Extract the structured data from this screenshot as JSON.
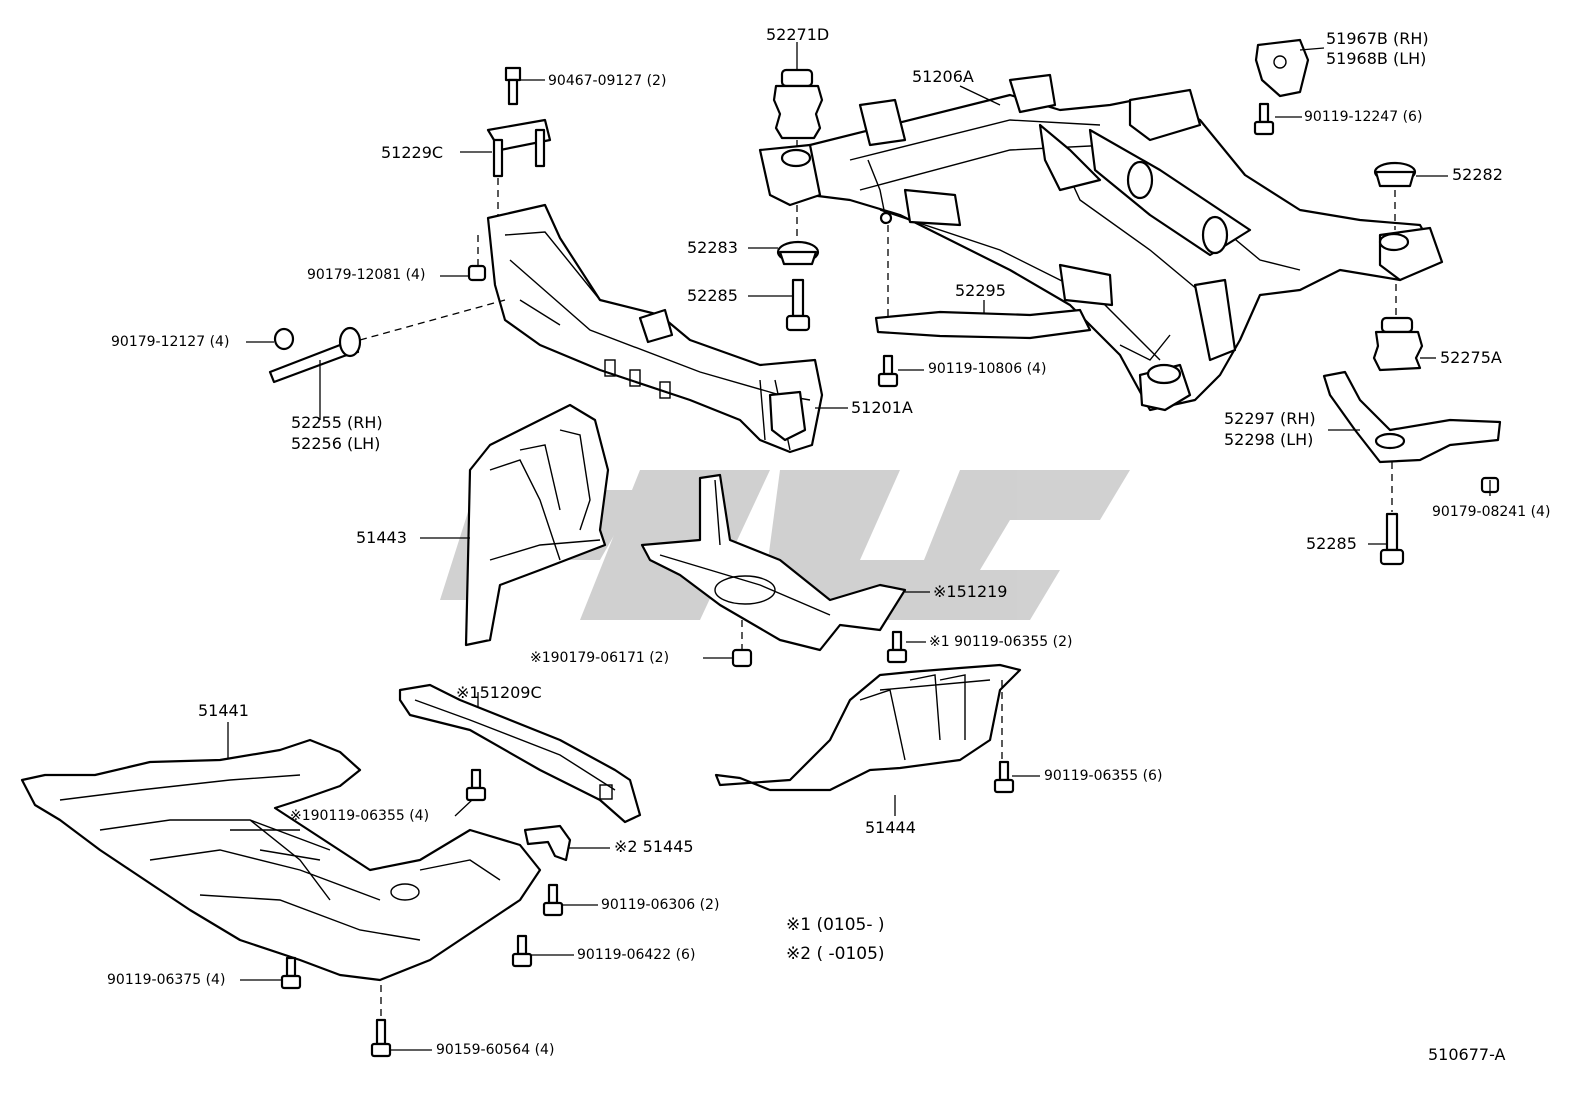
{
  "diagram": {
    "callouts": {
      "p52271d": "52271D",
      "p90467": "90467-09127 (2)",
      "p51229c": "51229C",
      "p51206a": "51206A",
      "p51967b": "51967B (RH)",
      "p51968b": "51968B (LH)",
      "p90119_12247": "90119-12247 (6)",
      "p52282": "52282",
      "p90179_12081": "90179-12081 (4)",
      "p52283": "52283",
      "p52285_left": "52285",
      "p52295": "52295",
      "p90179_12127": "90179-12127 (4)",
      "p90119_10806": "90119-10806 (4)",
      "p52275a": "52275A",
      "p52255": "52255 (RH)",
      "p52256": "52256 (LH)",
      "p51201a": "51201A",
      "p52297": "52297 (RH)",
      "p52298": "52298 (LH)",
      "p90179_08241": "90179-08241 (4)",
      "p51443": "51443",
      "p52285_right": "52285",
      "p151219": "※151219",
      "p90179_06171": "※190179-06171 (2)",
      "p90119_06355_a": "※1 90119-06355 (2)",
      "p51441": "51441",
      "p151209c": "※151209C",
      "p90119_06355_b": "90119-06355 (6)",
      "p90119_06355_c": "※190119-06355 (4)",
      "p51444": "51444",
      "p51445": "※2 51445",
      "p90119_06306": "90119-06306 (2)",
      "p90119_06422": "90119-06422 (6)",
      "p90119_06375": "90119-06375 (4)",
      "p90159_60564": "90159-60564 (4)"
    },
    "legend": {
      "note1": "※1 (0105-       )",
      "note2": "※2 (       -0105)"
    },
    "figure_id": "510677-A"
  }
}
